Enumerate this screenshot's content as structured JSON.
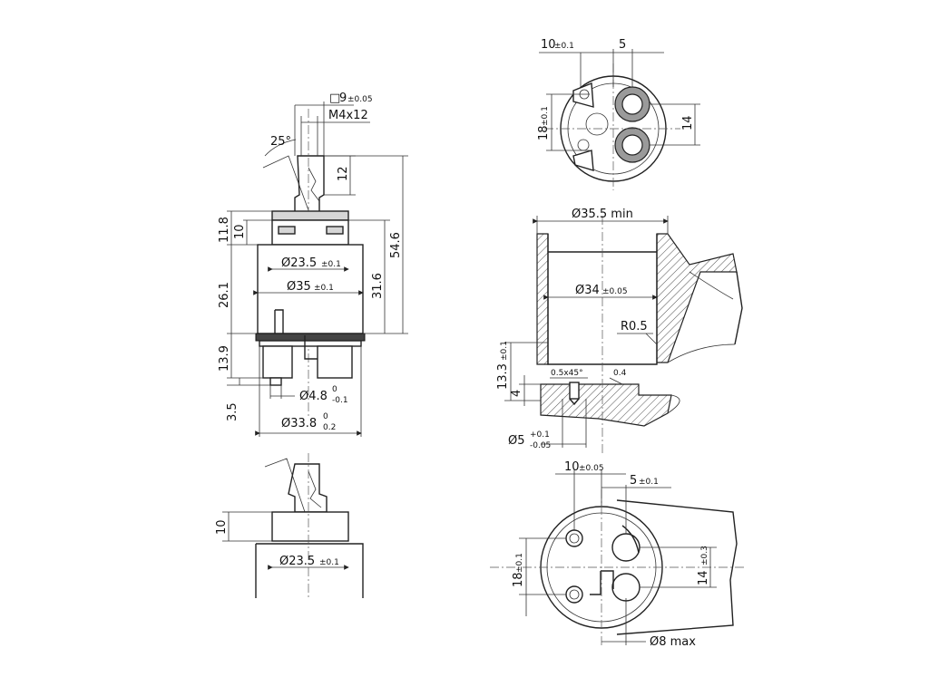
{
  "views": {
    "side": {
      "square": "□",
      "square_value": "9",
      "square_tol": "±0.05",
      "thread": "M4x12",
      "angle": "25°",
      "stem_h": "12",
      "h_11_8": "11.8",
      "h_10": "10",
      "d_23_5": "Ø23.5",
      "d_23_5_tol": "±0.1",
      "d_35": "Ø35",
      "d_35_tol": "±0.1",
      "h_54_6": "54.6",
      "h_31_6": "31.6",
      "h_26_1": "26.1",
      "h_13_9": "13.9",
      "h_3_5": "3.5",
      "d_4_8": "Ø4.8",
      "d_4_8_up": "0",
      "d_4_8_low": "-0.1",
      "d_33_8": "Ø33.8",
      "d_33_8_up": "0",
      "d_33_8_low": "0.2"
    },
    "bottom": {
      "w_10": "10",
      "w_10_tol": "±0.1",
      "w_5": "5",
      "h_18": "18",
      "h_18_tol": "±0.1",
      "h_14": "14"
    },
    "section": {
      "d_35_5": "Ø35.5 min",
      "d_34": "Ø34",
      "d_34_tol": "±0.05",
      "r_0_5": "R0.5",
      "h_13_3": "13.3",
      "h_13_3_tol": "±0.1",
      "h_4": "4",
      "chamfer": "0.5x45°",
      "gap": "0.4",
      "d_5": "Ø5",
      "d_5_up": "+0.1",
      "d_5_low": "-0.05"
    },
    "lower_side": {
      "h_10": "10",
      "d_23_5": "Ø23.5",
      "d_23_5_tol": "±0.1"
    },
    "seat": {
      "w_10": "10",
      "w_10_tol": "±0.05",
      "w_5": "5",
      "w_5_tol": "±0.1",
      "h_18": "18",
      "h_18_tol": "±0.1",
      "h_14": "14",
      "h_14_tol": "±0.3",
      "d_8": "Ø8 max"
    }
  }
}
